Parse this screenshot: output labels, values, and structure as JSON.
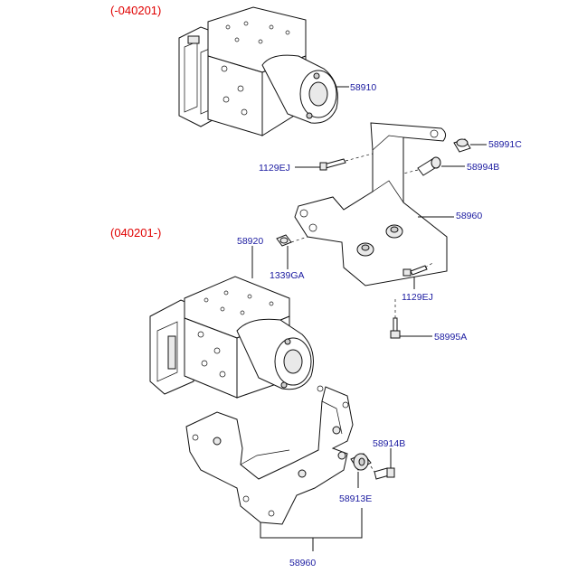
{
  "groups": {
    "top_date": "(-040201)",
    "bottom_date": "(040201-)"
  },
  "labels": {
    "p58910": "58910",
    "p58991C": "58991C",
    "p1129EJ_top": "1129EJ",
    "p58994B": "58994B",
    "p58960_top": "58960",
    "p58920": "58920",
    "p1339GA": "1339GA",
    "p1129EJ_right": "1129EJ",
    "p58995A": "58995A",
    "p58914B": "58914B",
    "p58913E": "58913E",
    "p58960_bottom": "58960"
  },
  "colors": {
    "date_text": "#e00000",
    "part_label": "#1a1aa0",
    "line": "#111111"
  }
}
